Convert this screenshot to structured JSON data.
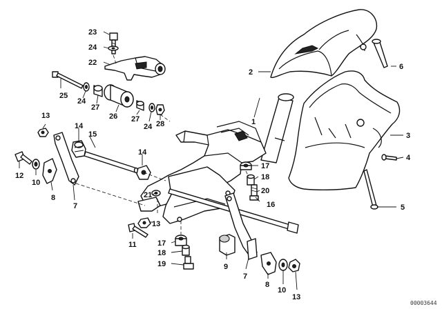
{
  "diagram": {
    "callouts": [
      {
        "id": "23",
        "text": "23"
      },
      {
        "id": "24a",
        "text": "24"
      },
      {
        "id": "22",
        "text": "22"
      },
      {
        "id": "25",
        "text": "25"
      },
      {
        "id": "24b",
        "text": "24"
      },
      {
        "id": "27a",
        "text": "27"
      },
      {
        "id": "26",
        "text": "26"
      },
      {
        "id": "27b",
        "text": "27"
      },
      {
        "id": "24c",
        "text": "24"
      },
      {
        "id": "28",
        "text": "28"
      },
      {
        "id": "2",
        "text": "2"
      },
      {
        "id": "6",
        "text": "6"
      },
      {
        "id": "3",
        "text": "3"
      },
      {
        "id": "4",
        "text": "4"
      },
      {
        "id": "5",
        "text": "5"
      },
      {
        "id": "1",
        "text": "1"
      },
      {
        "id": "13a",
        "text": "13"
      },
      {
        "id": "14a",
        "text": "14"
      },
      {
        "id": "15",
        "text": "15"
      },
      {
        "id": "14b",
        "text": "14"
      },
      {
        "id": "12",
        "text": "12"
      },
      {
        "id": "10a",
        "text": "10"
      },
      {
        "id": "8a",
        "text": "8"
      },
      {
        "id": "7a",
        "text": "7"
      },
      {
        "id": "17a",
        "text": "17"
      },
      {
        "id": "18a",
        "text": "18"
      },
      {
        "id": "20",
        "text": "20"
      },
      {
        "id": "16",
        "text": "16"
      },
      {
        "id": "21",
        "text": "21"
      },
      {
        "id": "13b",
        "text": "13"
      },
      {
        "id": "11",
        "text": "11"
      },
      {
        "id": "17b",
        "text": "17"
      },
      {
        "id": "18b",
        "text": "18"
      },
      {
        "id": "19",
        "text": "19"
      },
      {
        "id": "9",
        "text": "9"
      },
      {
        "id": "7b",
        "text": "7"
      },
      {
        "id": "8b",
        "text": "8"
      },
      {
        "id": "10b",
        "text": "10"
      },
      {
        "id": "13c",
        "text": "13"
      }
    ],
    "diagram_code": "00003644"
  }
}
